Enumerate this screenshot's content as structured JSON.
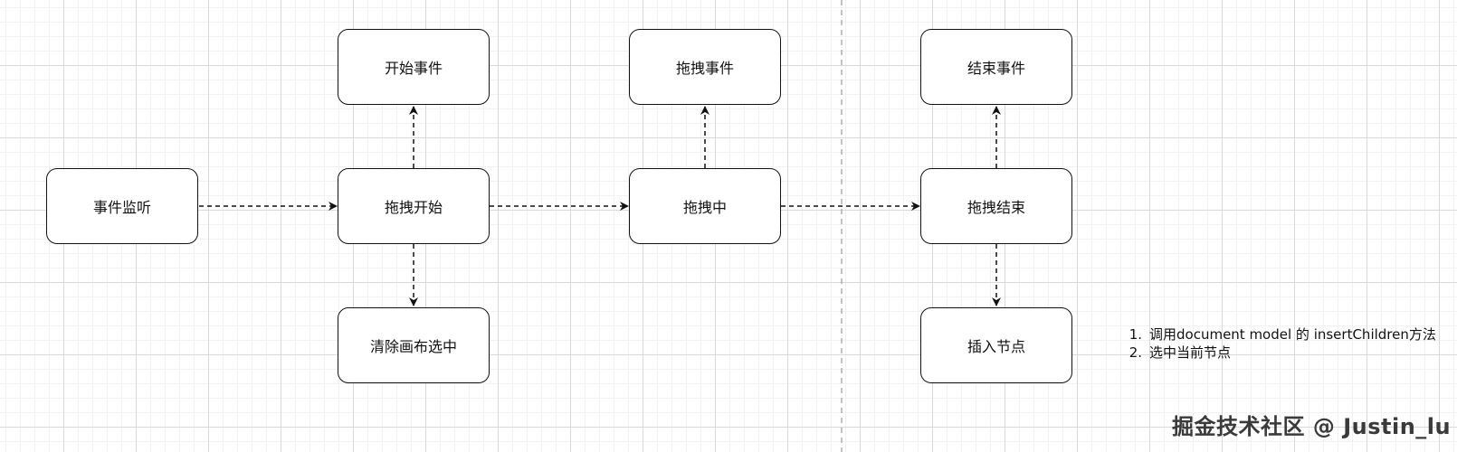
{
  "nodes": {
    "event_listen": "事件监听",
    "drag_start": "拖拽开始",
    "start_event": "开始事件",
    "clear_selection": "清除画布选中",
    "dragging": "拖拽中",
    "drag_event": "拖拽事件",
    "drag_end": "拖拽结束",
    "end_event": "结束事件",
    "insert_node": "插入节点"
  },
  "note": {
    "items": [
      {
        "num": "1.",
        "text": "调用document model 的 insertChildren方法"
      },
      {
        "num": "2.",
        "text": "选中当前节点"
      }
    ]
  },
  "watermark": "掘金技术社区 @ Justin_lu",
  "colors": {
    "stroke": "#111111",
    "grid_major": "#d9d9d9",
    "grid_minor": "#f1f1f1",
    "divider": "#9a9a9a"
  }
}
